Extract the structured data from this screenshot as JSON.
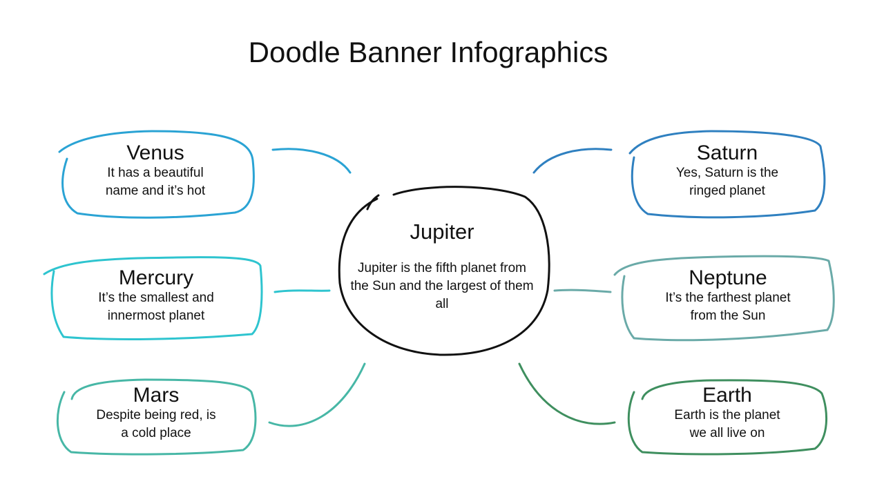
{
  "title": "Doodle Banner Infographics",
  "colors": {
    "venus": "#2aa3d4",
    "mercury": "#2ec4cf",
    "mars": "#47b7a6",
    "saturn": "#2f80c0",
    "neptune": "#6aaaa8",
    "earth": "#3f8f5f",
    "center": "#111111"
  },
  "center": {
    "name": "Jupiter",
    "desc": "Jupiter is the fifth planet from the Sun and the largest of them all"
  },
  "planets": {
    "venus": {
      "name": "Venus",
      "line1": "It has a beautiful",
      "line2": "name and it’s hot"
    },
    "mercury": {
      "name": "Mercury",
      "line1": "It’s the smallest and",
      "line2": "innermost planet"
    },
    "mars": {
      "name": "Mars",
      "line1": "Despite being red, is",
      "line2": "a cold place"
    },
    "saturn": {
      "name": "Saturn",
      "line1": "Yes, Saturn is the",
      "line2": "ringed planet"
    },
    "neptune": {
      "name": "Neptune",
      "line1": "It’s the farthest planet",
      "line2": "from the Sun"
    },
    "earth": {
      "name": "Earth",
      "line1": "Earth is the planet",
      "line2": "we all live on"
    }
  }
}
